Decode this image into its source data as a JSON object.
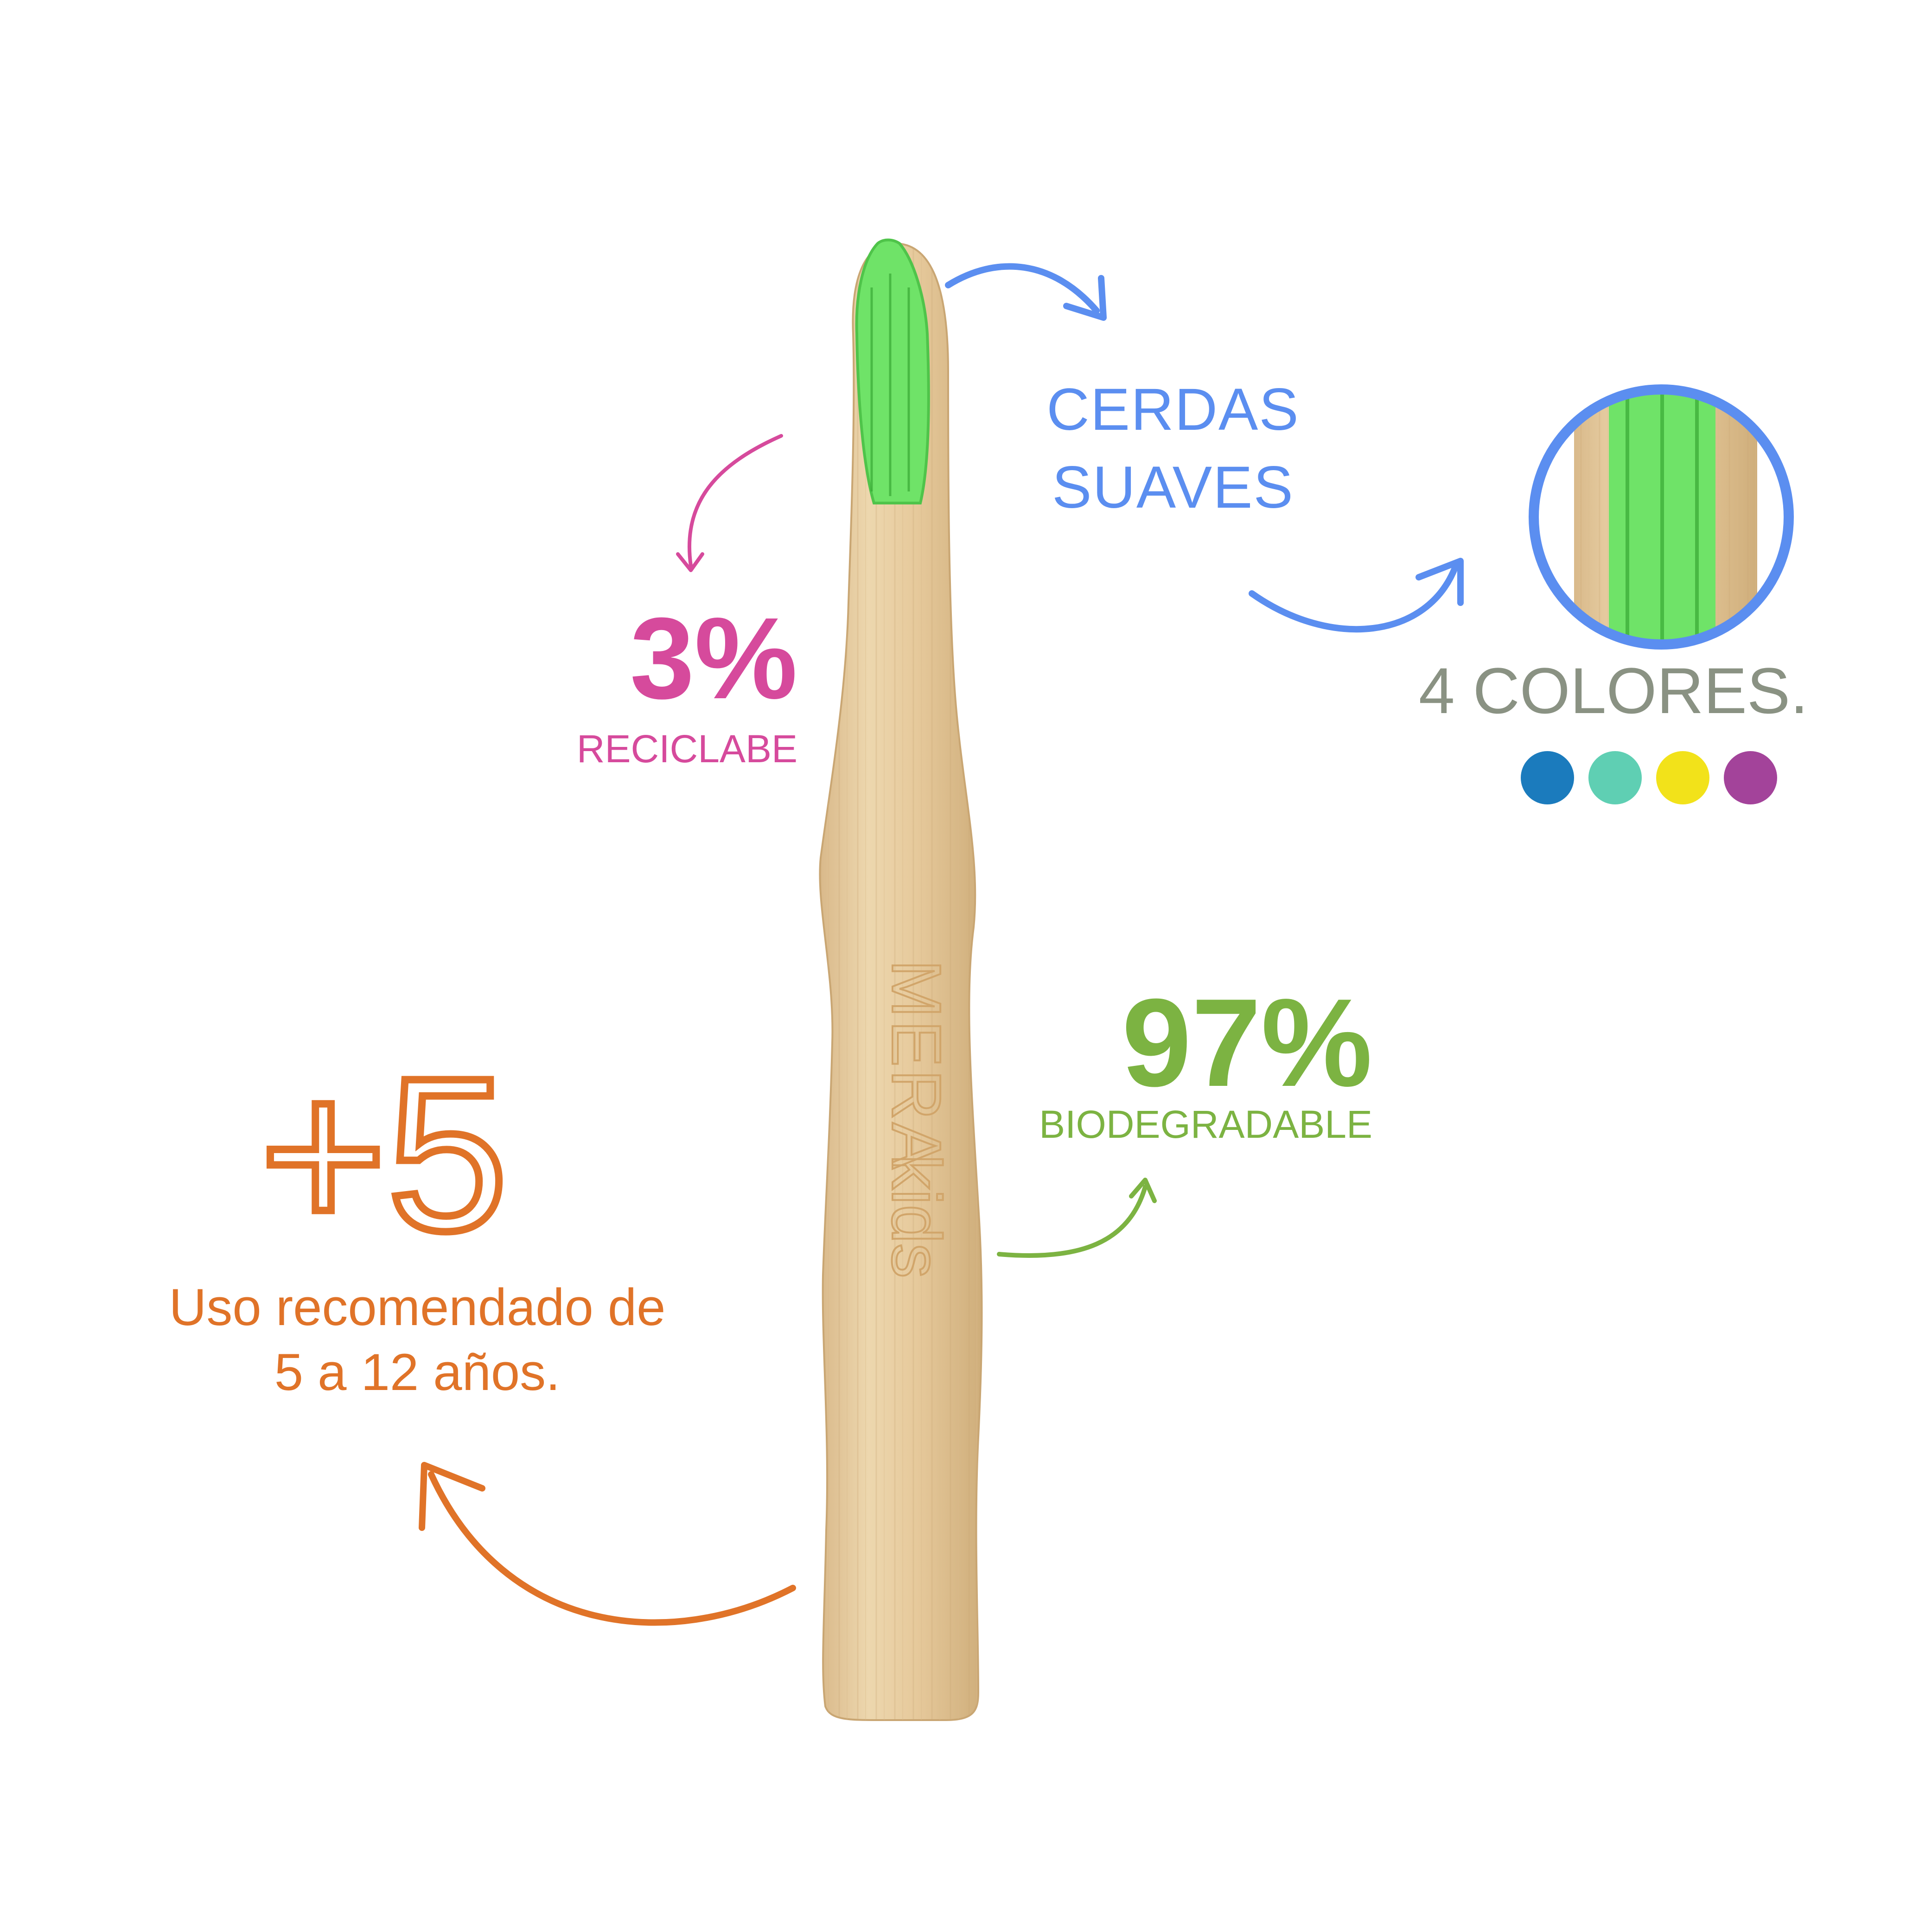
{
  "features": {
    "bristles": {
      "line1": "CERDAS",
      "line2": "SUAVES",
      "color": "#5b8ef0"
    },
    "recyclable": {
      "percent": "3%",
      "label": "RECICLABE",
      "color": "#d64a9c"
    },
    "colors": {
      "label": "4 COLORES.",
      "text_color": "#8a9283"
    },
    "biodegradable": {
      "percent": "97%",
      "label": "BIODEGRADABLE",
      "color": "#7cb342"
    },
    "age": {
      "big": "+5",
      "line1": "Uso recomendado de",
      "line2": "5 a 12 años.",
      "color": "#e07328"
    }
  },
  "color_options": [
    "#1b7bbd",
    "#5fcfb3",
    "#f2e21a",
    "#a3439a"
  ],
  "product": {
    "brand": "MERA",
    "sub": "kids"
  }
}
